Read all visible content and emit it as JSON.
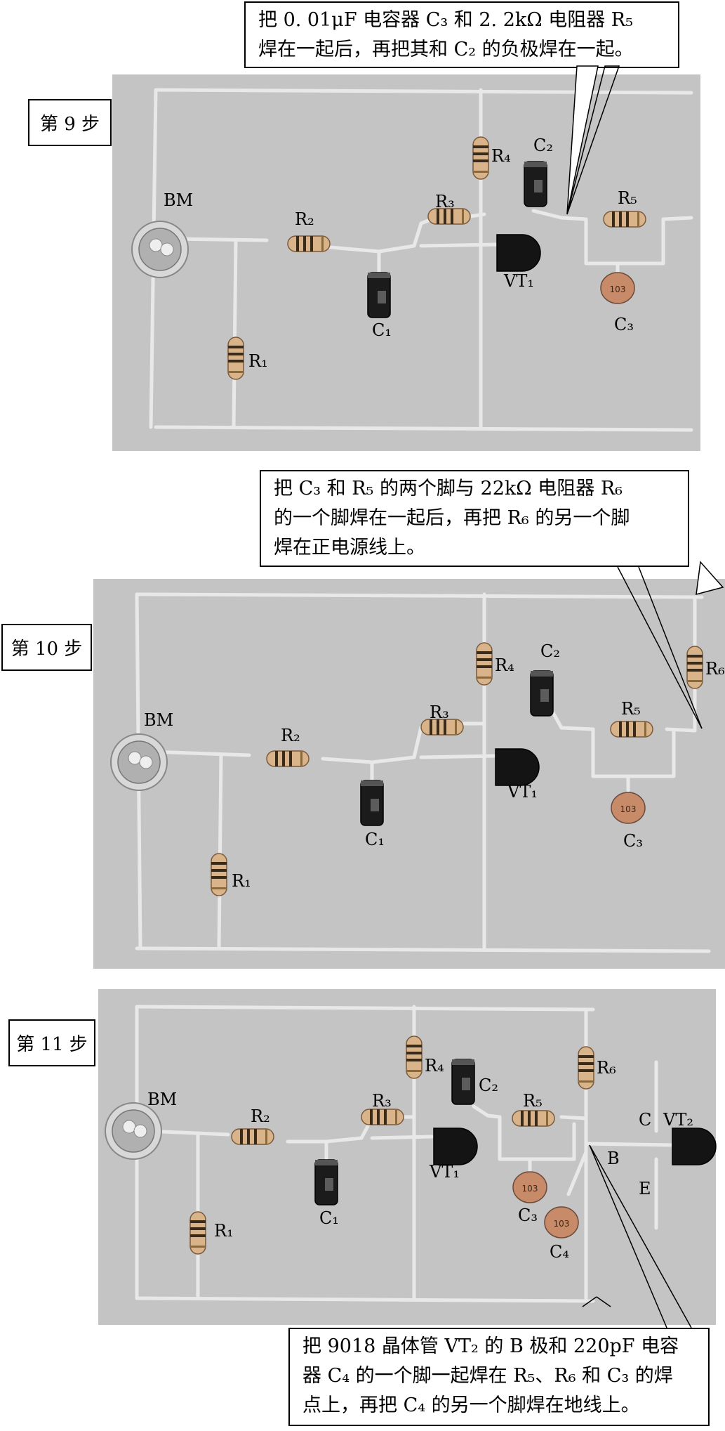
{
  "steps": [
    {
      "label": "第 9 步",
      "callout": [
        "把 0. 01μF 电容器 C₃ 和 2. 2kΩ 电阻器 R₅",
        "焊在一起后，再把其和 C₂ 的负极焊在一起。"
      ],
      "components": [
        "BM",
        "R₂",
        "R₁",
        "C₁",
        "R₃",
        "R₄",
        "C₂",
        "VT₁",
        "R₅",
        "C₃"
      ]
    },
    {
      "label": "第 10 步",
      "callout": [
        "把 C₃ 和 R₅ 的两个脚与 22kΩ 电阻器 R₆",
        "的一个脚焊在一起后，再把 R₆ 的另一个脚",
        "焊在正电源线上。"
      ],
      "components": [
        "BM",
        "R₂",
        "R₁",
        "C₁",
        "R₃",
        "R₄",
        "C₂",
        "VT₁",
        "R₅",
        "C₃",
        "R₆"
      ]
    },
    {
      "label": "第 11 步",
      "callout": [
        "把 9018 晶体管 VT₂ 的 B 极和 220pF 电容",
        "器 C₄ 的一个脚一起焊在 R₅、R₆ 和 C₃ 的焊",
        "点上，再把 C₄ 的另一个脚焊在地线上。"
      ],
      "components": [
        "BM",
        "R₂",
        "R₁",
        "C₁",
        "R₃",
        "R₄",
        "C₂",
        "VT₁",
        "R₅",
        "C₃",
        "R₆",
        "C₄",
        "C",
        "B",
        "E",
        "VT₂"
      ]
    }
  ],
  "colors": {
    "panel": "#c4c4c4",
    "wire": "#e8e8e8",
    "resistor": "#d9b48a",
    "electrolytic": "#1b1b1b",
    "ceramic": "#c88b6a"
  }
}
